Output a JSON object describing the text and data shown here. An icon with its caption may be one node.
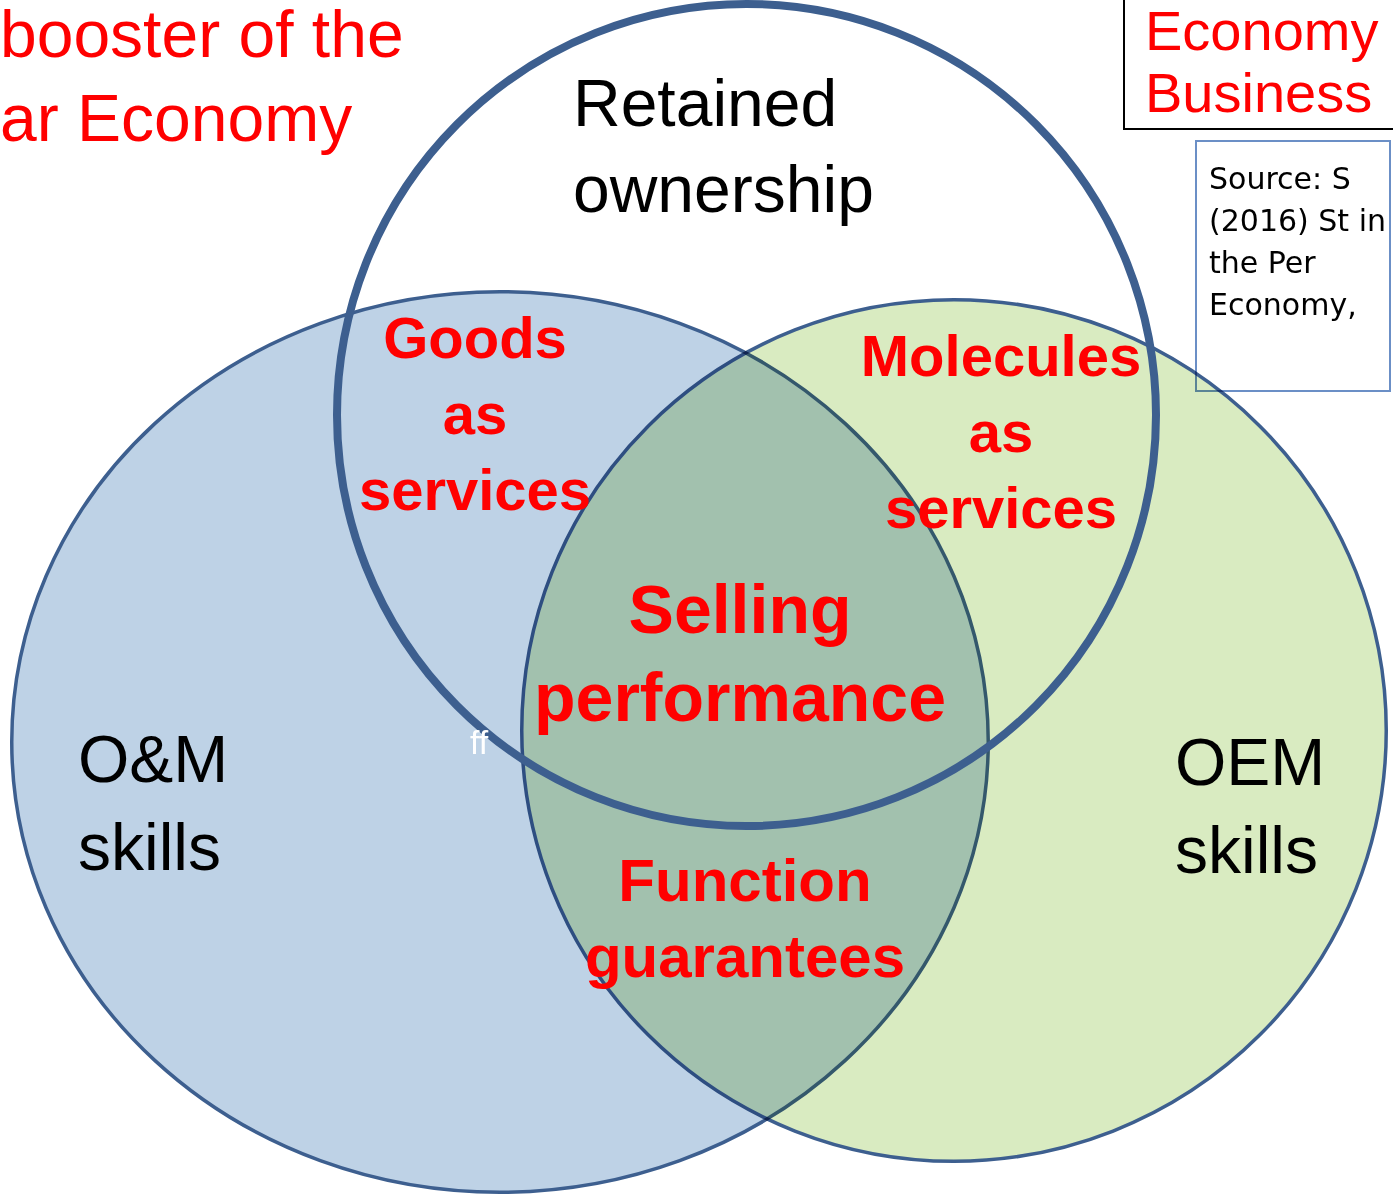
{
  "diagram": {
    "nodes": [
      {
        "text": [
          "Economy Business"
        ]
      },
      {
        "text": [
          "Retained ownership"
        ]
      },
      {
        "text": [
          "Source: S (2016) St in the Per Economy,"
        ]
      },
      {
        "text": [
          "O&M skills"
        ]
      },
      {
        "text": [
          "OEM skills"
        ]
      }
    ],
    "labels": [
      "booster of the ar Economy",
      "Goods as services",
      "Molecules as services",
      "Selling performance",
      "Function guarantees",
      "ff"
    ]
  }
}
